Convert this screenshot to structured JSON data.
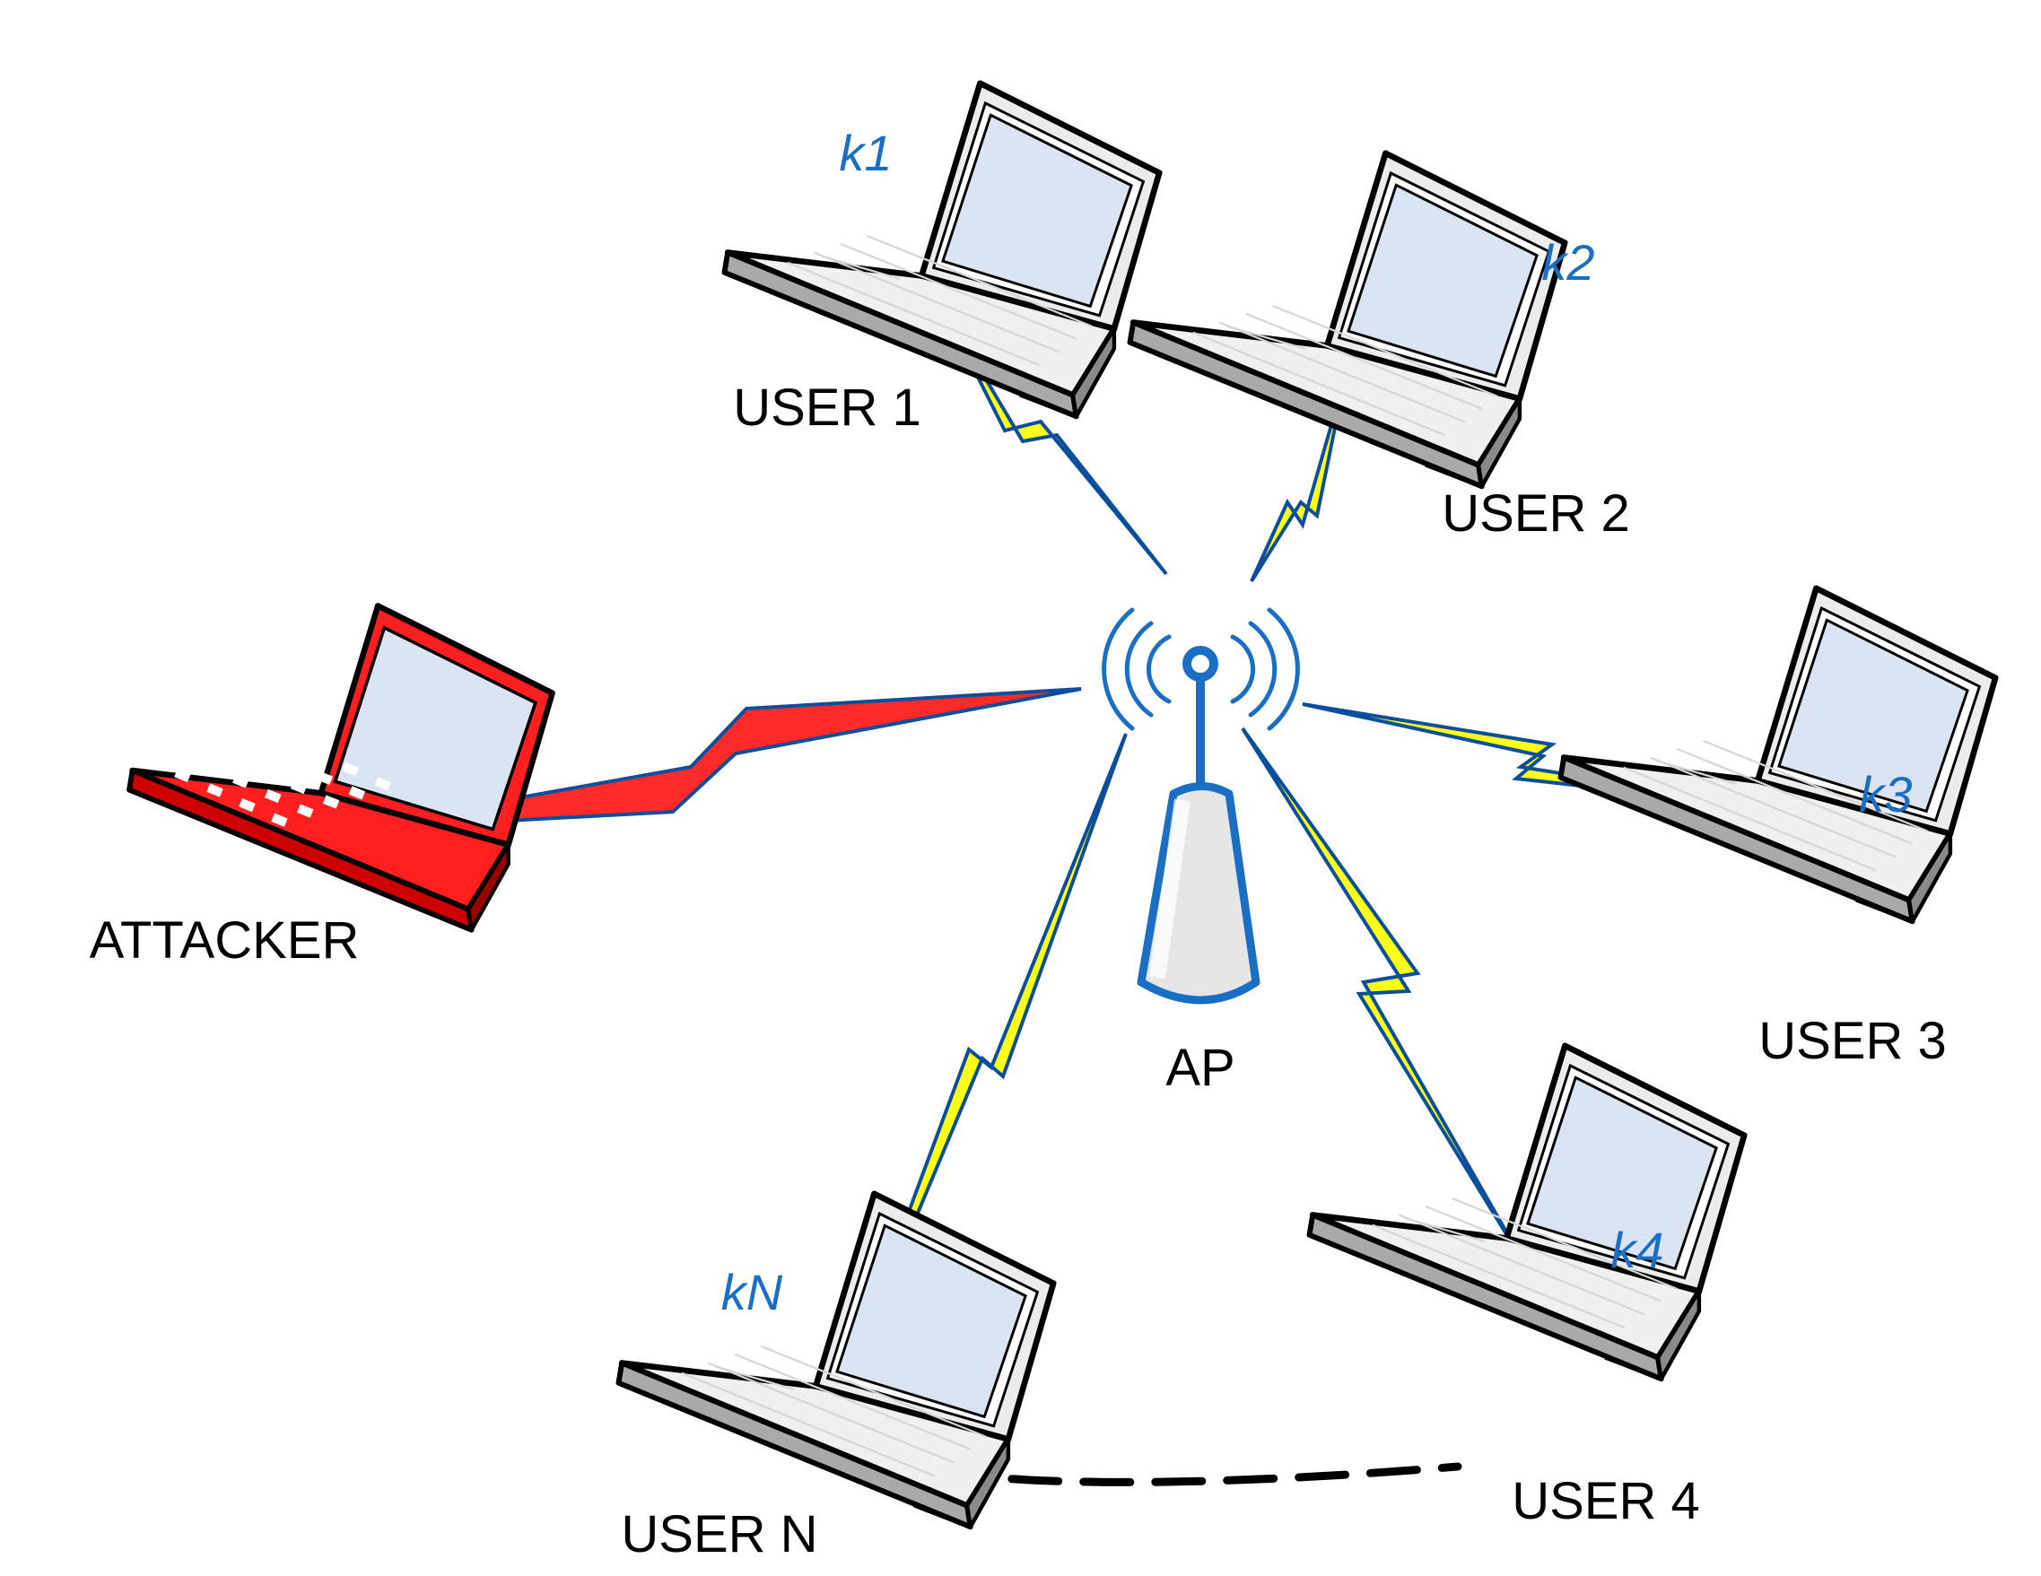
{
  "diagram": {
    "colors": {
      "link_line": "#0b4f9c",
      "user_bolt": "#ffff1a",
      "attacker_bolt": "#ff2a2a",
      "attacker_body": "#ff1f1f",
      "user_body": "#dcdcdc",
      "screen": "#dbe4f2",
      "key_text": "#1a6fc4",
      "ap_accent": "#1a6fc4"
    },
    "access_point": {
      "label": "AP",
      "icon": "wireless-access-point-icon"
    },
    "attacker": {
      "label": "ATTACKER",
      "icon": "laptop-icon"
    },
    "users": [
      {
        "id": "user-1",
        "label": "USER 1",
        "key": "k1",
        "icon": "laptop-icon"
      },
      {
        "id": "user-2",
        "label": "USER 2",
        "key": "k2",
        "icon": "laptop-icon"
      },
      {
        "id": "user-3",
        "label": "USER 3",
        "key": "k3",
        "icon": "laptop-icon"
      },
      {
        "id": "user-4",
        "label": "USER 4",
        "key": "k4",
        "icon": "laptop-icon"
      },
      {
        "id": "user-n",
        "label": "USER N",
        "key": "kN",
        "icon": "laptop-icon"
      }
    ],
    "links": [
      {
        "from": "access_point",
        "to": "user-1",
        "style": "wireless",
        "color": "yellow"
      },
      {
        "from": "access_point",
        "to": "user-2",
        "style": "wireless",
        "color": "yellow"
      },
      {
        "from": "access_point",
        "to": "user-3",
        "style": "wireless",
        "color": "yellow"
      },
      {
        "from": "access_point",
        "to": "user-4",
        "style": "wireless",
        "color": "yellow"
      },
      {
        "from": "access_point",
        "to": "user-n",
        "style": "wireless",
        "color": "yellow"
      },
      {
        "from": "access_point",
        "to": "attacker",
        "style": "wireless",
        "color": "red"
      },
      {
        "from": "user-n",
        "to": "user-4",
        "style": "dashed",
        "color": "black"
      }
    ]
  }
}
